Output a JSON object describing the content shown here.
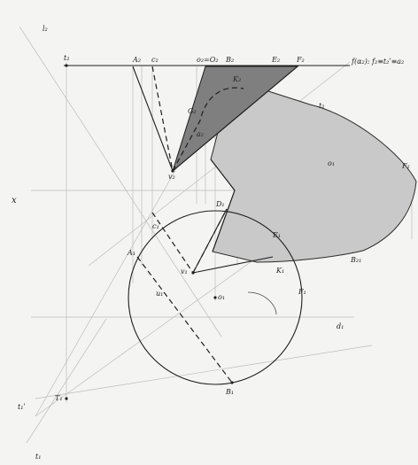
{
  "labels": {
    "l2": "l₂",
    "t2_top": "t₂",
    "x_axis": "x",
    "A2": "A₂",
    "c2": "c₂",
    "o2_O2": "o₂=O₂",
    "B2_top": "B₂",
    "E2": "E₂",
    "F2": "F₂",
    "formula": "f(α₂): f₂≡t₂ʹ≡a₂",
    "K2": "K₂",
    "G2": "G₂",
    "t2_mid": "t₂",
    "a2_left": "a₂",
    "v2": "v₂",
    "o1_upper": "o₁",
    "F2_right": "F₂",
    "D1": "D₁",
    "c1": "c₁",
    "A1": "A₁",
    "u1": "u₁",
    "v1": "v₁",
    "E1": "E₁",
    "B1_right": "B₂₁",
    "K1": "K₁",
    "o1_center": "o₁",
    "F1": "F₁",
    "B1_bottom": "B₁",
    "d1": "d₁",
    "t1_left": "t₁ʹ",
    "T1": "T₁",
    "t1_bottom": "t₁"
  },
  "colors": {
    "paper": "#f4f4f2",
    "ink": "#1e1e1e",
    "construction": "#b9b9b9",
    "shade_light": "#c9c9c9",
    "shade_dark": "#808080"
  }
}
